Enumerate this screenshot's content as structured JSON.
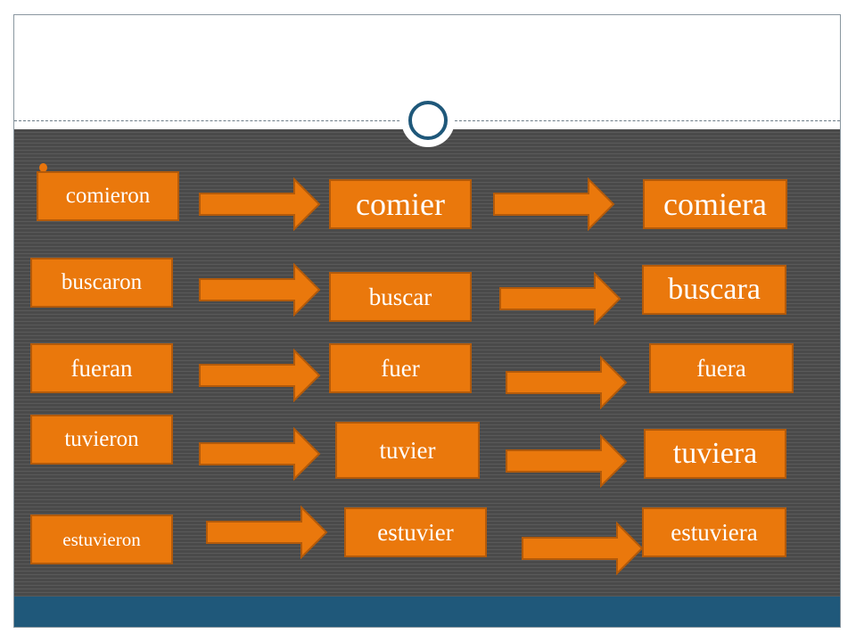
{
  "colors": {
    "accent_orange": "#ea780c",
    "box_border": "#b35a0a",
    "content_bg": "#4b4b4b",
    "footer_blue": "#1f587a",
    "text_white": "#ffffff"
  },
  "rows": [
    {
      "original": "comieron",
      "stem": "comier",
      "result": "comiera"
    },
    {
      "original": "buscaron",
      "stem": "buscar",
      "result": "buscara"
    },
    {
      "original": "fueran",
      "stem": "fuer",
      "result": "fuera"
    },
    {
      "original": "tuvieron",
      "stem": "tuvier",
      "result": "tuviera"
    },
    {
      "original": "estuvieron",
      "stem": "estuvier",
      "result": "estuviera"
    }
  ],
  "icons": {
    "ring": "ring-icon",
    "bullet": "bullet-icon",
    "arrow": "arrow-right-icon"
  }
}
